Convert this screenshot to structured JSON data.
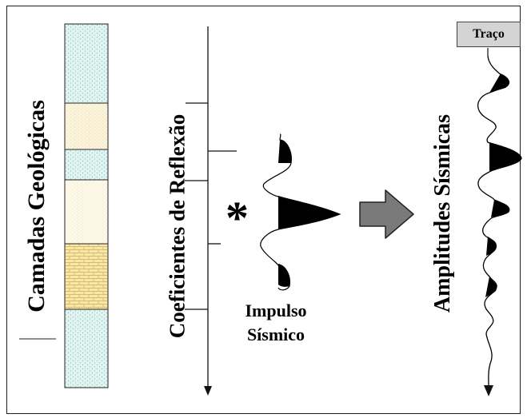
{
  "labels": {
    "geologic_layers": "Camadas Geológicas",
    "reflection_coefficients": "Coeficientes de Reflexão",
    "seismic_pulse_line1": "Impulso",
    "seismic_pulse_line2": "Sísmico",
    "seismic_amplitudes": "Amplitudes Sísmicas",
    "trace": "Traço",
    "convolution_symbol": "*"
  },
  "colors": {
    "frame": "#1a1a1a",
    "layer_blue": "#dff3f1",
    "layer_cream": "#fcf5dc",
    "layer_light": "#fdf9e8",
    "layer_yellow": "#f7e7a8",
    "arrow_fill": "#7a7a7a",
    "trace_box_fill": "#d4d4d4"
  },
  "layers": [
    {
      "type": "sand-blue",
      "thickness": 1
    },
    {
      "type": "cream",
      "thickness": 0.7
    },
    {
      "type": "sand-blue",
      "thickness": 0.45
    },
    {
      "type": "light",
      "thickness": 0.95
    },
    {
      "type": "limestone",
      "thickness": 1
    },
    {
      "type": "sand-blue",
      "thickness": 1.2
    }
  ]
}
